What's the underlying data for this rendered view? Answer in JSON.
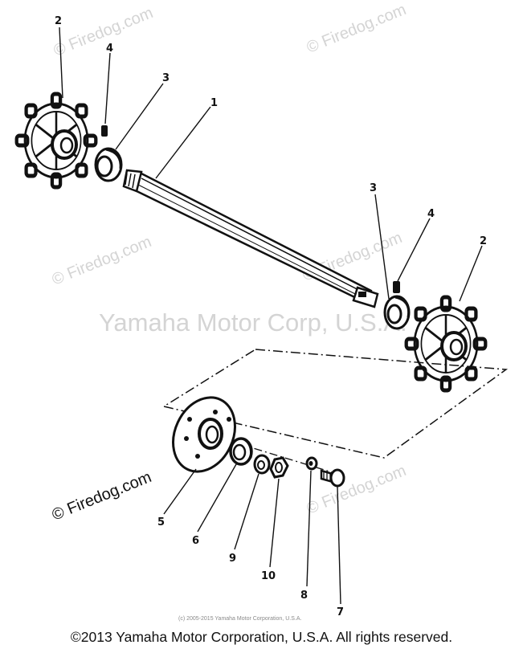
{
  "watermarks": {
    "site": "© Firedog.com",
    "brand": "Yamaha Motor Corp, U.S.A."
  },
  "callouts": {
    "shaft": "1",
    "sprocket_left": "2",
    "sprocket_right": "2",
    "bearing_left": "3",
    "bearing_right": "3",
    "key_left": "4",
    "key_right": "4",
    "plate": "5",
    "bearing_cap": "6",
    "washer": "9",
    "nut": "10",
    "lock_washer": "8",
    "bolt": "7"
  },
  "small_credit": "(c) 2005-2015 Yamaha Motor Corporation, U.S.A.",
  "footer": "©2013 Yamaha Motor Corporation, U.S.A. All rights reserved."
}
